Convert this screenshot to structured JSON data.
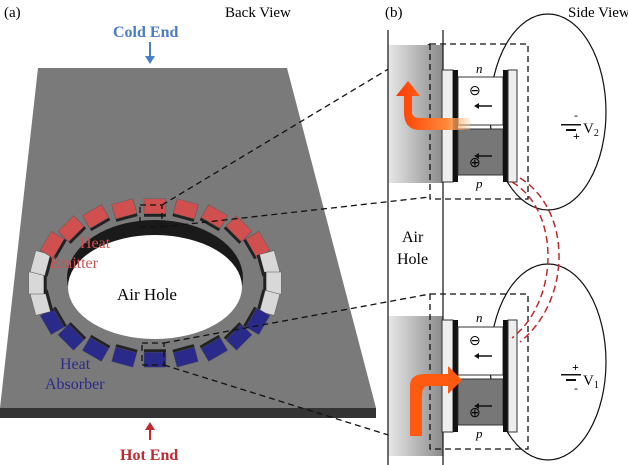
{
  "panel_a": {
    "label": "(a)",
    "view": "Back View",
    "cold_end": "Cold End",
    "hot_end": "Hot End",
    "heat_emitter": [
      "Heat",
      "Emitter"
    ],
    "heat_absorber": [
      "Heat",
      "Absorber"
    ],
    "air_hole": "Air Hole"
  },
  "panel_b": {
    "label": "(b)",
    "view": "Side View",
    "air_hole": [
      "Air",
      "Hole"
    ],
    "n_label": "n",
    "p_label": "p",
    "electron": "⊖",
    "hole": "⊕",
    "v2": "V",
    "v2_sub": "2",
    "v1": "V",
    "v1_sub": "1",
    "minus": "-",
    "plus": "+"
  },
  "colors": {
    "cold": "#4a7cc7",
    "hot": "#c0282d",
    "emitter": "#d05050",
    "absorber": "#2a2a8a",
    "plate": "#7a7a7a"
  }
}
